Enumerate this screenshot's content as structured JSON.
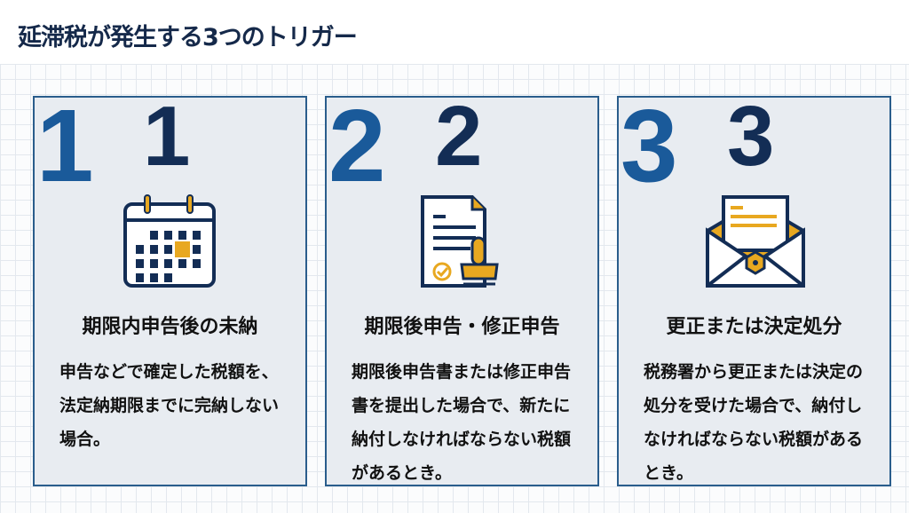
{
  "title": "延滞税が発生する3つのトリガー",
  "cards": [
    {
      "number": "1",
      "icon": "calendar-icon",
      "heading": "期限内申告後の未納",
      "body": "申告などで確定した税額を、法定納期限までに完納しない場合。"
    },
    {
      "number": "2",
      "icon": "document-stamp-icon",
      "heading": "期限後申告・修正申告",
      "body": "期限後申告書または修正申告書を提出した場合で、新たに納付しなければならない税額があるとき。"
    },
    {
      "number": "3",
      "icon": "envelope-icon",
      "heading": "更正または決定処分",
      "body": "税務署から更正または決定の処分を受けた場合で、納付しなければならない税額があるとき。"
    }
  ],
  "colors": {
    "navy": "#132d55",
    "blue": "#1a5a9a",
    "gold": "#e8a820"
  }
}
